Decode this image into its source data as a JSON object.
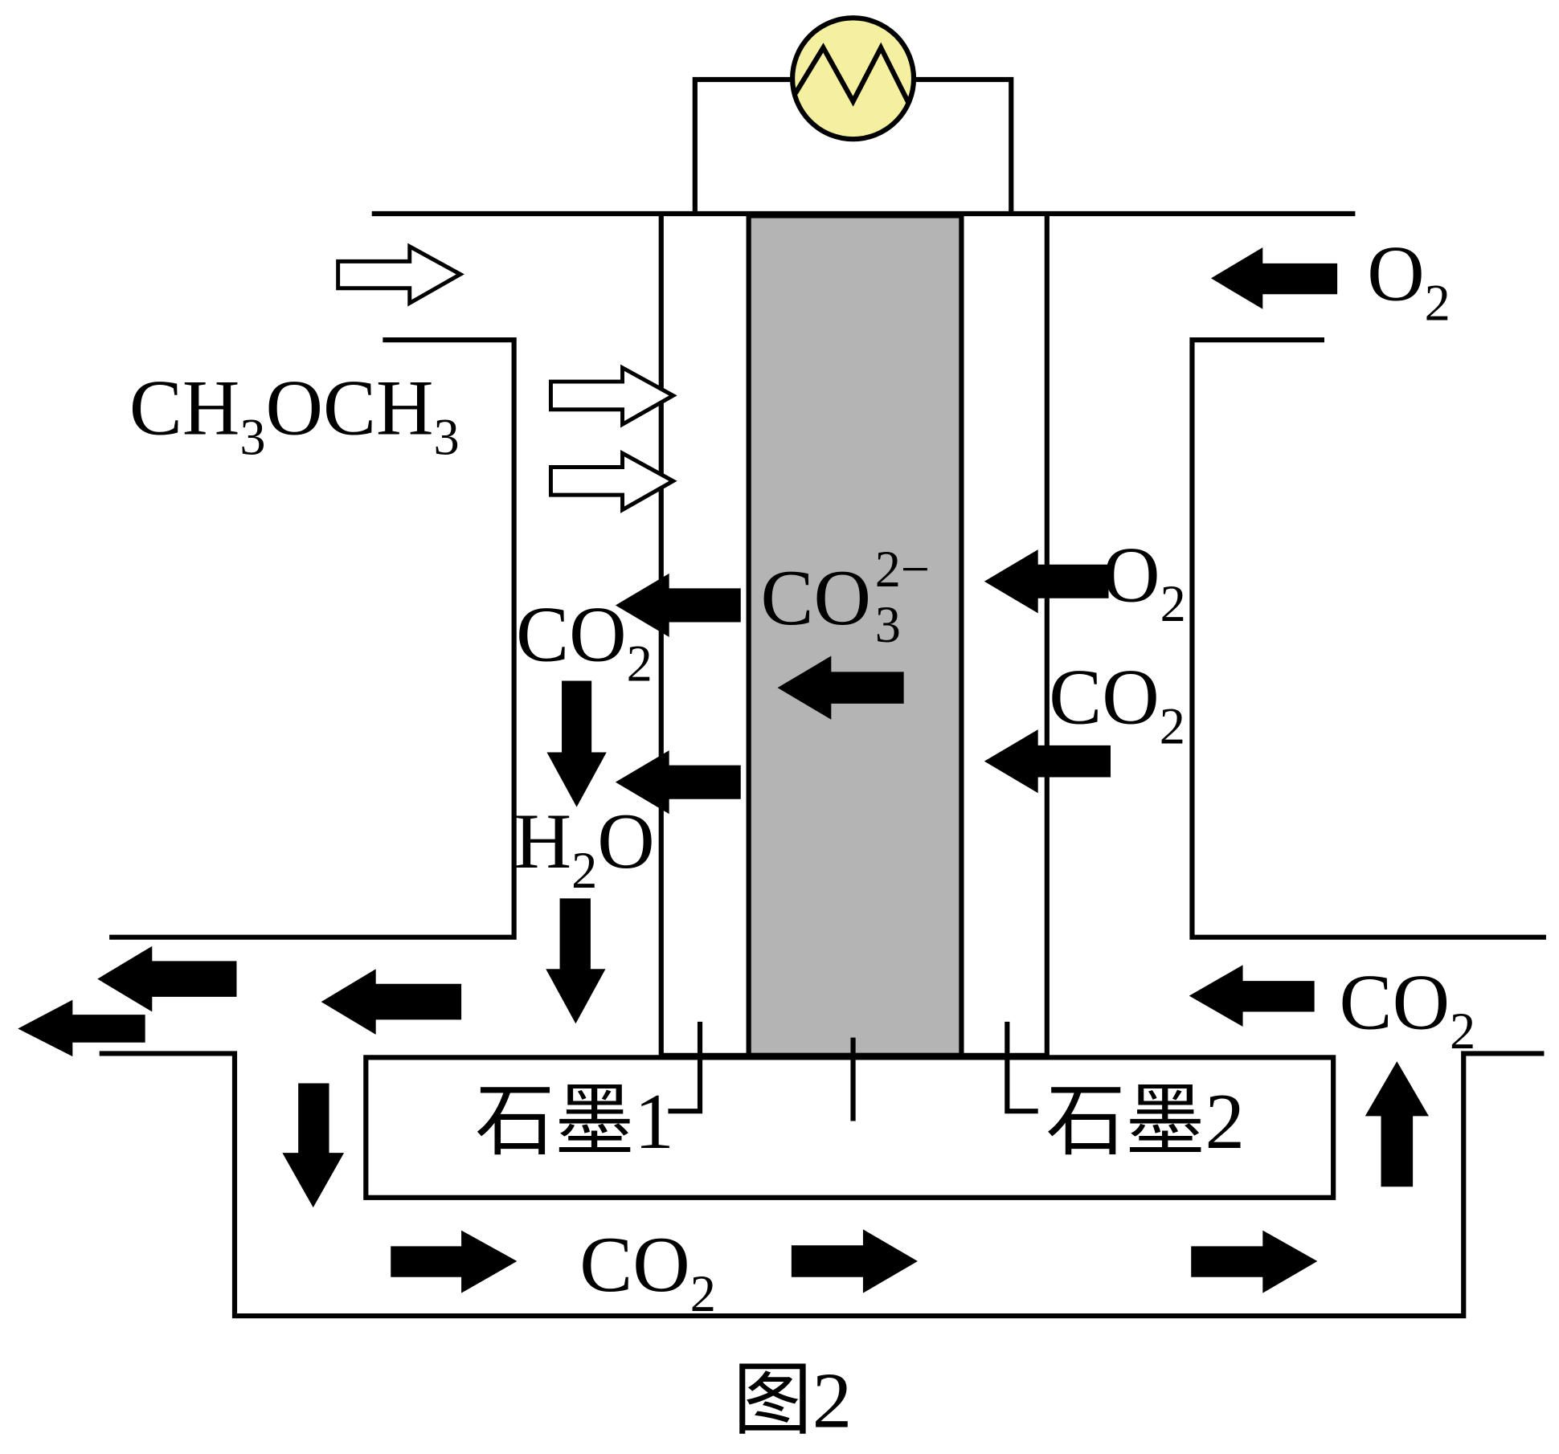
{
  "colors": {
    "electrolyte": "#b4b4b4",
    "bulb": "#f5f0a0",
    "line": "#000000"
  },
  "labels": {
    "fuel": [
      "CH",
      "3",
      "OCH",
      "3"
    ],
    "o2_inlet": [
      "O",
      "2"
    ],
    "co2_left": [
      "CO",
      "2"
    ],
    "h2o": [
      "H",
      "2",
      "O"
    ],
    "carbonate": [
      "CO",
      "3",
      "2−"
    ],
    "o2_right": [
      "O",
      "2"
    ],
    "co2_right": [
      "CO",
      "2"
    ],
    "co2_recycle_in": [
      "CO",
      "2"
    ],
    "co2_bottom": [
      "CO",
      "2"
    ],
    "graphite1": "石墨1",
    "graphite2": "石墨2",
    "caption": "图2"
  },
  "icons": {
    "load": "resistor-bulb-icon",
    "flow_solid": "solid-arrow-icon",
    "flow_hollow": "hollow-arrow-icon"
  }
}
